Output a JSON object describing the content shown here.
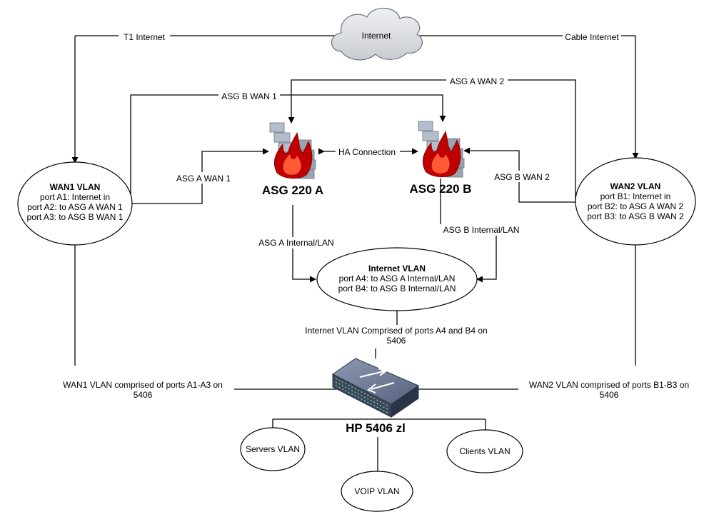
{
  "cloud": {
    "label": "Internet"
  },
  "links": {
    "t1_internet": "T1 Internet",
    "cable_internet": "Cable Internet",
    "asg_b_wan1": "ASG B WAN 1",
    "asg_a_wan2": "ASG A WAN 2",
    "asg_a_wan1": "ASG A WAN 1",
    "asg_b_wan2": "ASG B WAN 2",
    "ha_connection": "HA Connection",
    "asg_a_internal": "ASG A Internal/LAN",
    "asg_b_internal": "ASG B Internal/LAN"
  },
  "firewalls": {
    "a": {
      "label": "ASG 220 A"
    },
    "b": {
      "label": "ASG 220 B"
    }
  },
  "wan1_vlan": {
    "title": "WAN1 VLAN",
    "lines": [
      "port A1: Internet in",
      "port A2: to ASG A WAN 1",
      "port A3: to ASG B WAN 1"
    ]
  },
  "wan2_vlan": {
    "title": "WAN2 VLAN",
    "lines": [
      "port B1: Internet in",
      "port B2: to ASG A WAN 2",
      "port B3: to ASG B WAN 2"
    ]
  },
  "internet_vlan": {
    "title": "Internet VLAN",
    "lines": [
      "port A4: to ASG A Internal/LAN",
      "port B4: to ASG B Internal/LAN"
    ]
  },
  "notes": {
    "internet_vlan": [
      "Internet VLAN Comprised of ports A4 and B4 on",
      "5406"
    ],
    "wan1_vlan": [
      "WAN1 VLAN comprised of ports A1-A3 on",
      "5406"
    ],
    "wan2_vlan": [
      "WAN2 VLAN comprised of ports B1-B3 on",
      "5406"
    ]
  },
  "switch": {
    "label": "HP 5406 zl"
  },
  "vlans": {
    "servers": "Servers VLAN",
    "clients": "Clients VLAN",
    "voip": "VOIP VLAN"
  },
  "colors": {
    "cloud_fill": "#d6d6d6",
    "brick": "#b4bdc9",
    "flame": "#c00000",
    "switch_body": "#3a4560"
  }
}
